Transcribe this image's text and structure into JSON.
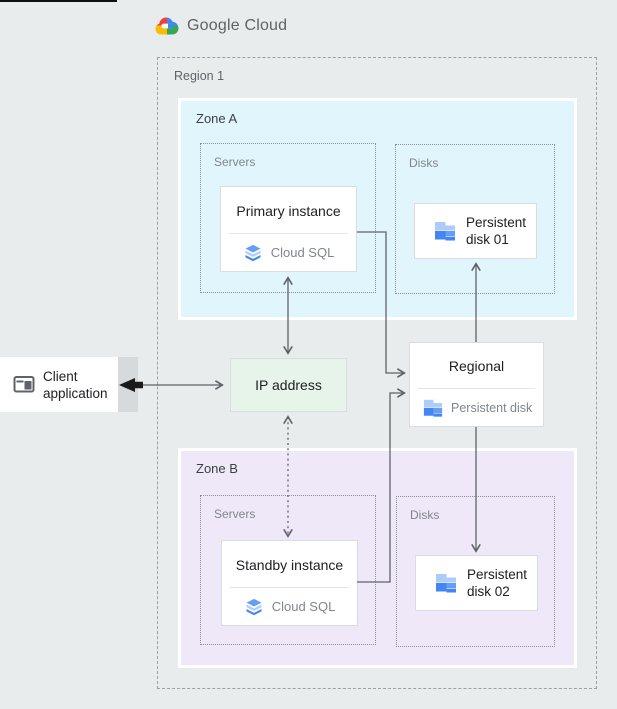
{
  "header": {
    "product": "Google Cloud"
  },
  "region": {
    "label": "Region 1"
  },
  "zone_a": {
    "label": "Zone A",
    "servers_label": "Servers",
    "disks_label": "Disks",
    "instance": {
      "title": "Primary instance",
      "product": "Cloud SQL"
    },
    "disk": {
      "name_line1": "Persistent",
      "name_line2": "disk 01"
    }
  },
  "zone_b": {
    "label": "Zone B",
    "servers_label": "Servers",
    "disks_label": "Disks",
    "instance": {
      "title": "Standby instance",
      "product": "Cloud SQL"
    },
    "disk": {
      "name_line1": "Persistent",
      "name_line2": "disk 02"
    }
  },
  "ip_address": {
    "label": "IP address"
  },
  "regional_disk": {
    "title": "Regional",
    "product": "Persistent disk"
  },
  "client": {
    "name_line1": "Client",
    "name_line2": "application"
  },
  "colors": {
    "page_bg": "#e9eced",
    "zone_a_bg": "#e1f5fd",
    "zone_b_bg": "#efe8f8",
    "ip_bg": "#e6f4ea",
    "connector": "#5f6368",
    "logo_blue": "#4285f4",
    "logo_red": "#ea4335",
    "logo_yellow": "#fbbc04",
    "logo_green": "#34a853",
    "disk_icon_light": "#aecbfa",
    "disk_icon_mid": "#669df6",
    "disk_icon_dark": "#4285f4"
  }
}
